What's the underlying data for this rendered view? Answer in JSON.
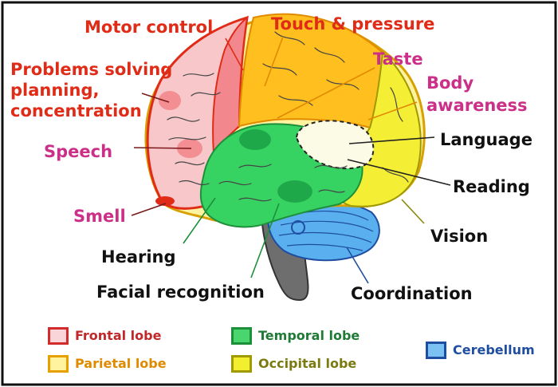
{
  "labels": {
    "motor_control": "Motor control",
    "touch_pressure": "Touch & pressure",
    "problem_solving": [
      "Problems solving",
      "planning,",
      "concentration"
    ],
    "taste": "Taste",
    "body_awareness": [
      "Body",
      "awareness"
    ],
    "speech": "Speech",
    "language": "Language",
    "reading": "Reading",
    "smell": "Smell",
    "vision": "Vision",
    "hearing": "Hearing",
    "facial_recognition": "Facial recognition",
    "coordination": "Coordination"
  },
  "legend": [
    {
      "label": "Frontal lobe",
      "fill": "#f9d4d8",
      "border": "#d22b2b",
      "text_color": "#c0282a"
    },
    {
      "label": "Parietal lobe",
      "fill": "#fff3a0",
      "border": "#e8a000",
      "text_color": "#e08a00"
    },
    {
      "label": "Temporal lobe",
      "fill": "#49d66f",
      "border": "#1d8f3a",
      "text_color": "#1e7a35"
    },
    {
      "label": "Occipital lobe",
      "fill": "#f2ef2e",
      "border": "#a09a00",
      "text_color": "#7a7a10"
    },
    {
      "label": "Cerebellum",
      "fill": "#7bc2f2",
      "border": "#1f4ea0",
      "text_color": "#1f4ea0"
    }
  ],
  "colors": {
    "frontal": "#f7c7ca",
    "parietal": "#ffbf1f",
    "temporal": "#37d362",
    "occipital": "#f4ee35",
    "cerebellum": "#5ab0ee",
    "brainstem": "#6e6e6e",
    "red_label": "#e02b17",
    "magenta_label": "#cc2f88"
  }
}
